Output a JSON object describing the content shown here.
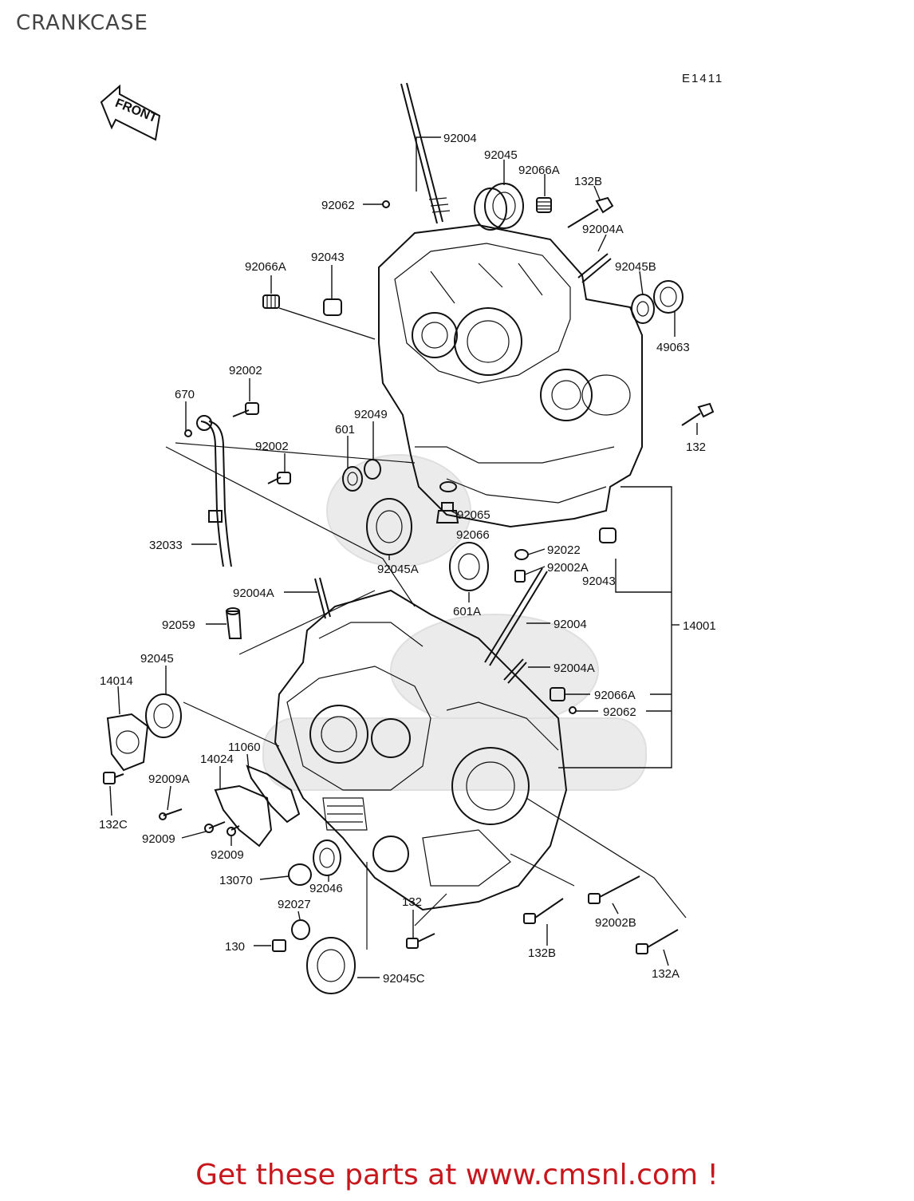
{
  "page": {
    "title": "CRANKCASE",
    "diagram_code": "E1411",
    "front_label": "FRONT",
    "footer": "Get these parts at www.cmsnl.com !",
    "footer_color": "#c8161d"
  },
  "callouts": [
    {
      "id": "c1",
      "text": "92004"
    },
    {
      "id": "c2",
      "text": "92045"
    },
    {
      "id": "c3",
      "text": "92066A"
    },
    {
      "id": "c4",
      "text": "132B"
    },
    {
      "id": "c5",
      "text": "92062"
    },
    {
      "id": "c6",
      "text": "92004A"
    },
    {
      "id": "c7",
      "text": "92043"
    },
    {
      "id": "c8",
      "text": "92066A"
    },
    {
      "id": "c9",
      "text": "92045B"
    },
    {
      "id": "c10",
      "text": "49063"
    },
    {
      "id": "c11",
      "text": "92002"
    },
    {
      "id": "c12",
      "text": "670"
    },
    {
      "id": "c13",
      "text": "92049"
    },
    {
      "id": "c14",
      "text": "601"
    },
    {
      "id": "c15",
      "text": "132"
    },
    {
      "id": "c16",
      "text": "92002"
    },
    {
      "id": "c17",
      "text": "92065"
    },
    {
      "id": "c18",
      "text": "92066"
    },
    {
      "id": "c19",
      "text": "32033"
    },
    {
      "id": "c20",
      "text": "92022"
    },
    {
      "id": "c21",
      "text": "92045A"
    },
    {
      "id": "c22",
      "text": "92002A"
    },
    {
      "id": "c23",
      "text": "92043"
    },
    {
      "id": "c24",
      "text": "601A"
    },
    {
      "id": "c25",
      "text": "92004A"
    },
    {
      "id": "c26",
      "text": "92004"
    },
    {
      "id": "c27",
      "text": "92059"
    },
    {
      "id": "c28",
      "text": "14001"
    },
    {
      "id": "c29",
      "text": "92045"
    },
    {
      "id": "c30",
      "text": "92004A"
    },
    {
      "id": "c31",
      "text": "14014"
    },
    {
      "id": "c32",
      "text": "92066A"
    },
    {
      "id": "c33",
      "text": "92062"
    },
    {
      "id": "c34",
      "text": "11060"
    },
    {
      "id": "c35",
      "text": "14024"
    },
    {
      "id": "c36",
      "text": "92009A"
    },
    {
      "id": "c37",
      "text": "132C"
    },
    {
      "id": "c38",
      "text": "92009"
    },
    {
      "id": "c39",
      "text": "92009"
    },
    {
      "id": "c40",
      "text": "13070"
    },
    {
      "id": "c41",
      "text": "92046"
    },
    {
      "id": "c42",
      "text": "92027"
    },
    {
      "id": "c43",
      "text": "132"
    },
    {
      "id": "c44",
      "text": "92002B"
    },
    {
      "id": "c45",
      "text": "132B"
    },
    {
      "id": "c46",
      "text": "130"
    },
    {
      "id": "c47",
      "text": "92045C"
    },
    {
      "id": "c48",
      "text": "132A"
    }
  ]
}
